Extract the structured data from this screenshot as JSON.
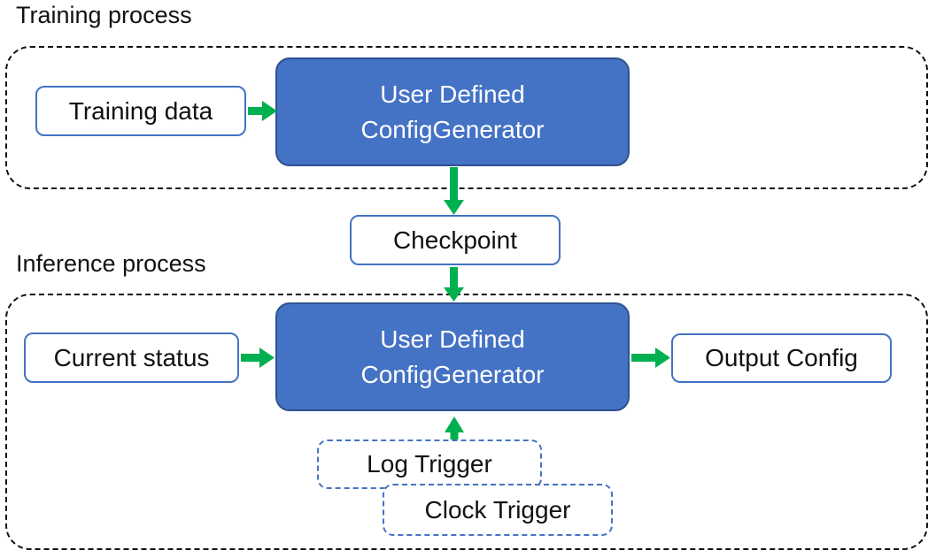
{
  "colors": {
    "box_blue": "#4472C4",
    "box_blue_dark": "#2F528F",
    "arrow_green": "#00B050",
    "outline_dark": "#111111"
  },
  "sections": {
    "training": {
      "label": "Training process",
      "nodes": {
        "training_data": "Training data",
        "config_generator": "User Defined\nConfigGenerator"
      }
    },
    "checkpoint": "Checkpoint",
    "inference": {
      "label": "Inference process",
      "nodes": {
        "current_status": "Current status",
        "config_generator": "User Defined\nConfigGenerator",
        "output_config": "Output Config",
        "log_trigger": "Log Trigger",
        "clock_trigger": "Clock Trigger"
      }
    }
  }
}
